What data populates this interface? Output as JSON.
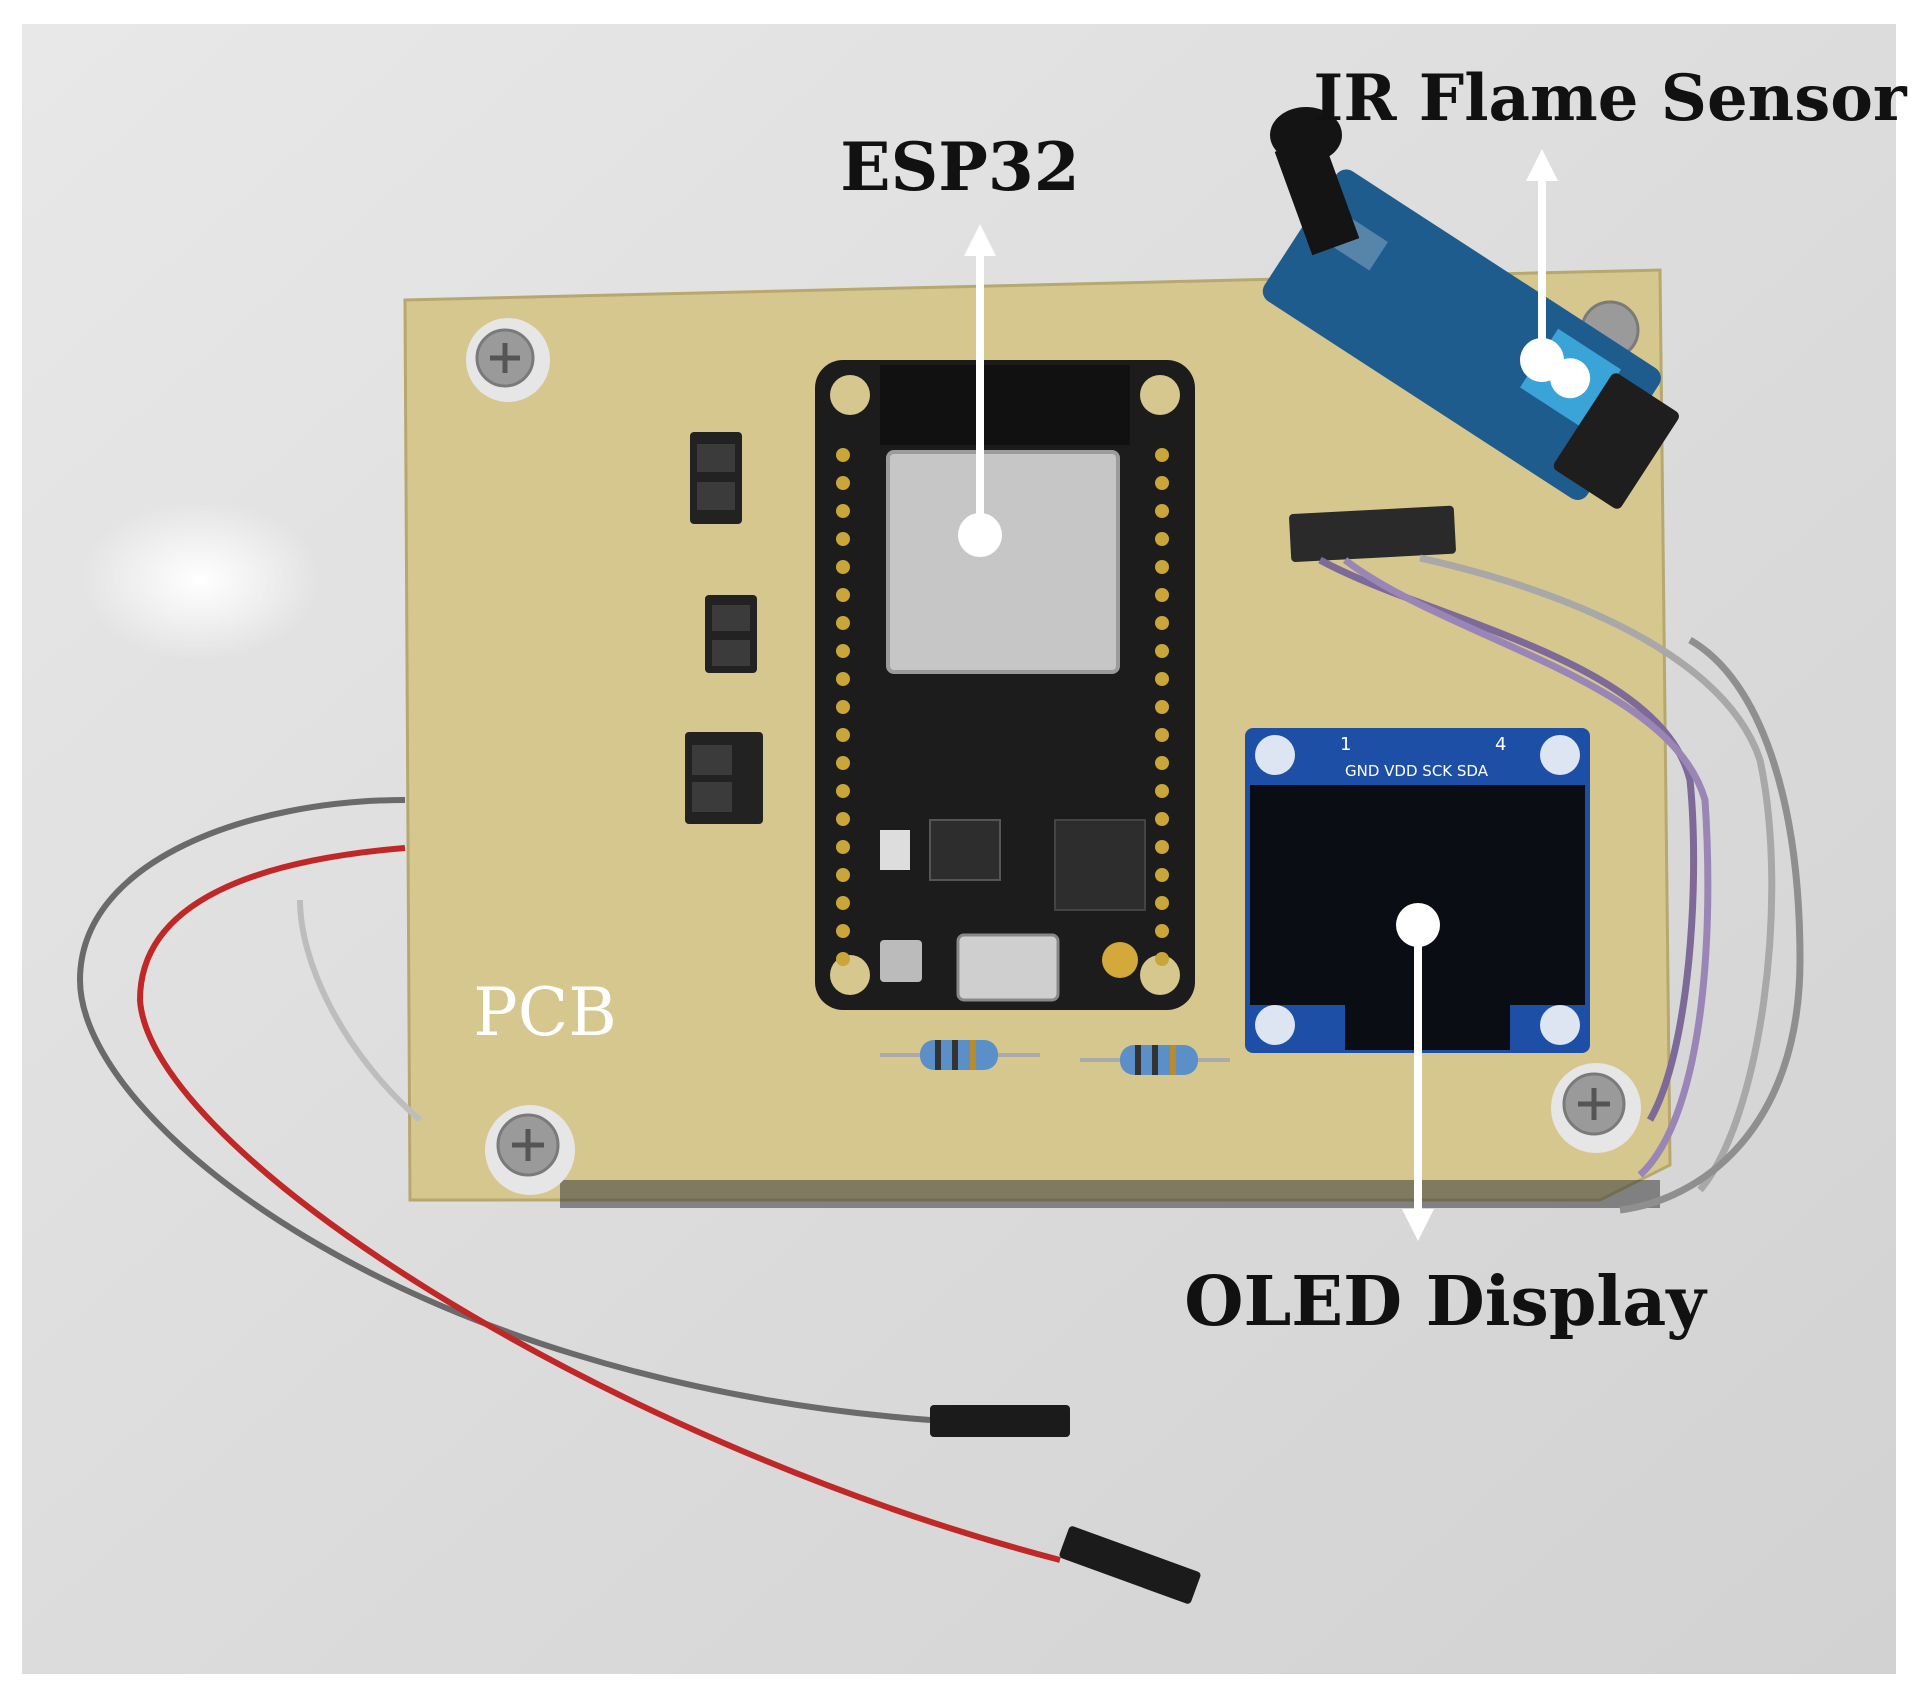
{
  "labels": {
    "esp32": "ESP32",
    "ir_flame_sensor": "IR Flame Sensor",
    "pcb": "PCB",
    "oled_display": "OLED Display"
  },
  "oled_header": {
    "pin_start": "1",
    "pin_end": "4",
    "pin_names": "GND VDD SCK SDA"
  },
  "colors": {
    "background": "#dcdcdc",
    "pcb": "#d7c890",
    "esp32_board": "#1c1c1c",
    "sensor_board": "#1f5c8e",
    "oled_board": "#1e4fa6",
    "oled_screen": "#0b0d15",
    "wire_red": "#c02828",
    "wire_gray": "#6a6a6a",
    "arrow": "#ffffff"
  }
}
